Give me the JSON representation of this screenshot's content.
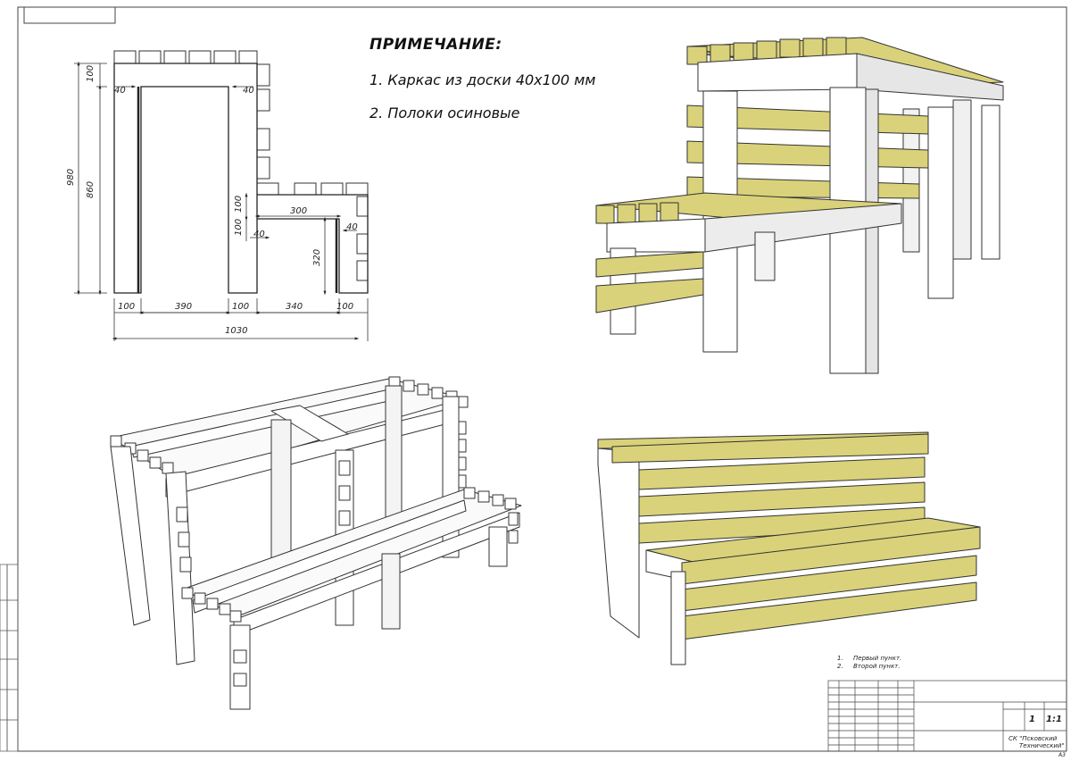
{
  "notes": {
    "title": "ПРИМЕЧАНИЕ:",
    "items": [
      "1. Каркас из доски 40х100 мм",
      "2. Полоки осиновые"
    ]
  },
  "dimensions": {
    "height_total": "980",
    "height_inner": "860",
    "top_board": "100",
    "side_left": "40",
    "side_right": "40",
    "step_top": "100",
    "step_board": "100",
    "step_width": "300",
    "step_side": "40",
    "step_side_right": "40",
    "step_height": "320",
    "bottom": [
      "100",
      "390",
      "100",
      "340",
      "100"
    ],
    "total_width": "1030"
  },
  "stamp": {
    "points": [
      {
        "n": "1.",
        "text": "Первый пункт."
      },
      {
        "n": "2.",
        "text": "Второй пункт."
      }
    ],
    "scale": "1:1",
    "sheet": "1",
    "org_line1": "СК \"Псковский",
    "org_line2": "Технический\"",
    "format": "А3"
  },
  "colors": {
    "wood": "#d9d27a",
    "wood_dark": "#b3ac57",
    "frame": "#ffffff",
    "frame_shade": "#dcdcdc",
    "line": "#222222"
  }
}
